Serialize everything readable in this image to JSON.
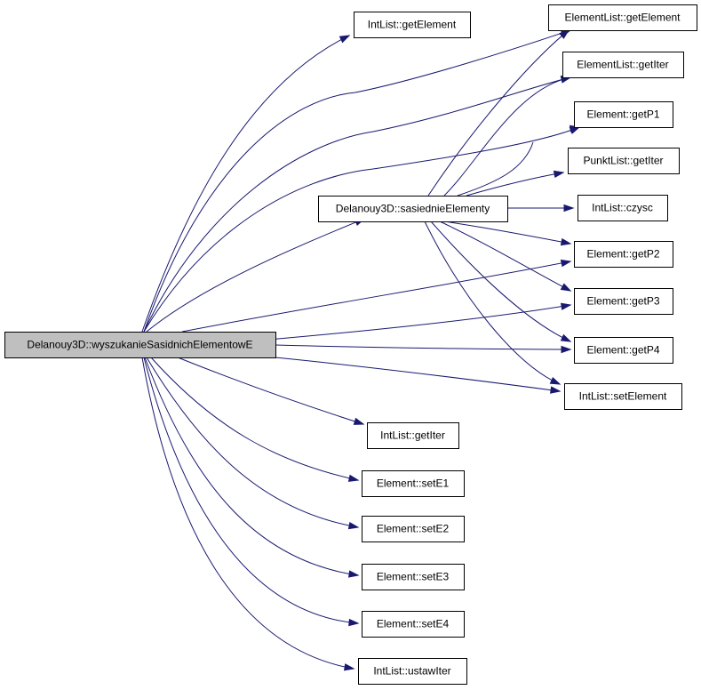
{
  "nodes": [
    {
      "id": "root",
      "label": "Delanouy3D::wyszukanieSasidnichElementowE"
    },
    {
      "id": "sasiedn",
      "label": "Delanouy3D::sasiednieElementy"
    },
    {
      "id": "il_getel",
      "label": "IntList::getElement"
    },
    {
      "id": "el_getel",
      "label": "ElementList::getElement"
    },
    {
      "id": "el_getit",
      "label": "ElementList::getIter"
    },
    {
      "id": "e_getp1",
      "label": "Element::getP1"
    },
    {
      "id": "pl_getit",
      "label": "PunktList::getIter"
    },
    {
      "id": "il_czysc",
      "label": "IntList::czysc"
    },
    {
      "id": "e_getp2",
      "label": "Element::getP2"
    },
    {
      "id": "e_getp3",
      "label": "Element::getP3"
    },
    {
      "id": "e_getp4",
      "label": "Element::getP4"
    },
    {
      "id": "il_setel",
      "label": "IntList::setElement"
    },
    {
      "id": "il_getit",
      "label": "IntList::getIter"
    },
    {
      "id": "e_sete1",
      "label": "Element::setE1"
    },
    {
      "id": "e_sete2",
      "label": "Element::setE2"
    },
    {
      "id": "e_sete3",
      "label": "Element::setE3"
    },
    {
      "id": "e_sete4",
      "label": "Element::setE4"
    },
    {
      "id": "il_ustaw",
      "label": "IntList::ustawIter"
    }
  ],
  "edges": [
    {
      "from": "root",
      "to": "il_getel"
    },
    {
      "from": "root",
      "to": "el_getel"
    },
    {
      "from": "root",
      "to": "el_getit"
    },
    {
      "from": "root",
      "to": "e_getp1"
    },
    {
      "from": "root",
      "to": "sasiedn"
    },
    {
      "from": "root",
      "to": "e_getp2"
    },
    {
      "from": "root",
      "to": "e_getp3"
    },
    {
      "from": "root",
      "to": "e_getp4"
    },
    {
      "from": "root",
      "to": "il_setel"
    },
    {
      "from": "root",
      "to": "il_getit"
    },
    {
      "from": "root",
      "to": "e_sete1"
    },
    {
      "from": "root",
      "to": "e_sete2"
    },
    {
      "from": "root",
      "to": "e_sete3"
    },
    {
      "from": "root",
      "to": "e_sete4"
    },
    {
      "from": "root",
      "to": "il_ustaw"
    },
    {
      "from": "sasiedn",
      "to": "el_getel"
    },
    {
      "from": "sasiedn",
      "to": "el_getit"
    },
    {
      "from": "sasiedn",
      "to": "e_getp1"
    },
    {
      "from": "sasiedn",
      "to": "pl_getit"
    },
    {
      "from": "sasiedn",
      "to": "il_czysc"
    },
    {
      "from": "sasiedn",
      "to": "e_getp2"
    },
    {
      "from": "sasiedn",
      "to": "e_getp3"
    },
    {
      "from": "sasiedn",
      "to": "e_getp4"
    },
    {
      "from": "sasiedn",
      "to": "il_setel"
    }
  ],
  "colors": {
    "edge": "#191970",
    "root_fill": "#bfbfbf",
    "node_fill": "#ffffff",
    "node_stroke": "#000000"
  }
}
